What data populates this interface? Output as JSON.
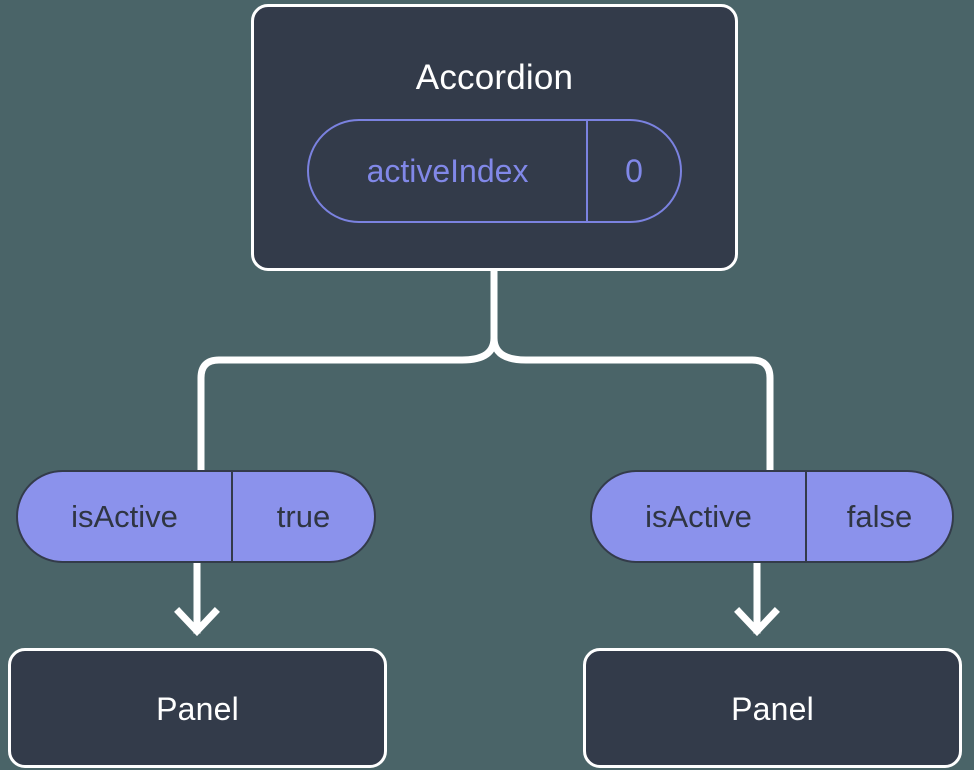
{
  "diagram": {
    "background_color": "#4a6468",
    "node_fill": "#333b4a",
    "node_stroke": "#ffffff",
    "pill_fill": "#8b92ec",
    "pill_outline": "#7b82e0",
    "connector_color": "#ffffff"
  },
  "root": {
    "title": "Accordion",
    "state": {
      "key": "activeIndex",
      "value": "0"
    }
  },
  "branches": [
    {
      "prop": {
        "key": "isActive",
        "value": "true"
      },
      "child": {
        "title": "Panel"
      }
    },
    {
      "prop": {
        "key": "isActive",
        "value": "false"
      },
      "child": {
        "title": "Panel"
      }
    }
  ]
}
